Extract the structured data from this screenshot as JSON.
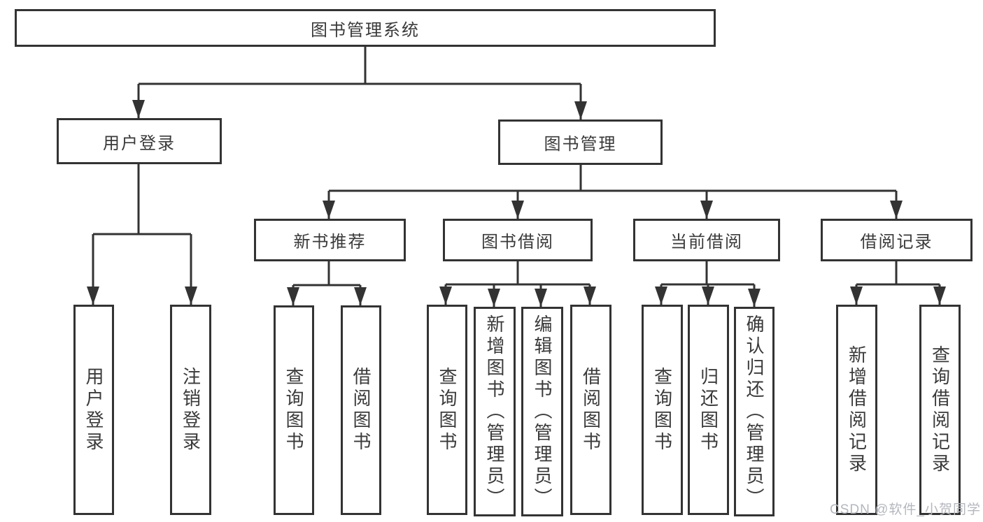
{
  "diagram": {
    "title": "图书管理系统",
    "branches": [
      {
        "label": "用户登录",
        "children": [
          {
            "label": "用户登录"
          },
          {
            "label": "注销登录"
          }
        ]
      },
      {
        "label": "图书管理",
        "children": [
          {
            "label": "新书推荐",
            "children": [
              {
                "label": "查询图书"
              },
              {
                "label": "借阅图书"
              }
            ]
          },
          {
            "label": "图书借阅",
            "children": [
              {
                "label": "查询图书"
              },
              {
                "label": "新增图书（管理员）"
              },
              {
                "label": "编辑图书（管理员）"
              },
              {
                "label": "借阅图书"
              }
            ]
          },
          {
            "label": "当前借阅",
            "children": [
              {
                "label": "查询图书"
              },
              {
                "label": "归还图书"
              },
              {
                "label": "确认归还（管理员）"
              }
            ]
          },
          {
            "label": "借阅记录",
            "children": [
              {
                "label": "新增借阅记录"
              },
              {
                "label": "查询借阅记录"
              }
            ]
          }
        ]
      }
    ]
  },
  "watermark": "CSDN @软件_小贺同学",
  "colors": {
    "line": "#333333",
    "text": "#3a3a3a",
    "background": "#ffffff",
    "watermark": "#b4b7bd"
  }
}
